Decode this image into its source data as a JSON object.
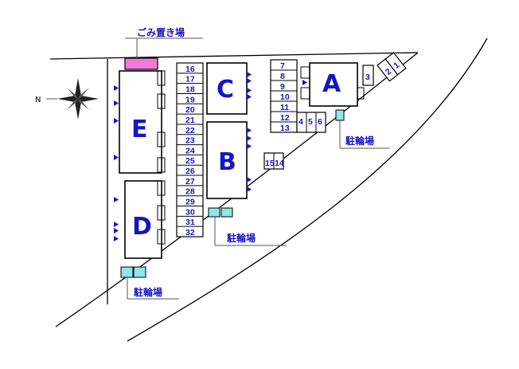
{
  "colors": {
    "text_blue": "#1515c8",
    "garbage_fill": "#f07ad8",
    "bike_fill": "#8fe6e6",
    "line": "#000000"
  },
  "compass": {
    "icon": "compass-rose-icon",
    "north_label": "N"
  },
  "labels": {
    "garbage": "ごみ置き場",
    "bike_1": "駐輪場",
    "bike_2": "駐輪場",
    "bike_3": "駐輪場"
  },
  "buildings": {
    "A": "A",
    "B": "B",
    "C": "C",
    "D": "D",
    "E": "E"
  },
  "parking_west": [
    "16",
    "17",
    "18",
    "19",
    "20",
    "21",
    "22",
    "23",
    "24",
    "25",
    "26",
    "27",
    "28",
    "29",
    "30",
    "31",
    "32"
  ],
  "parking_mid": [
    "7",
    "8",
    "9",
    "10",
    "11",
    "12",
    "13"
  ],
  "parking_small": [
    "4",
    "5",
    "6"
  ],
  "parking_pair": [
    "15",
    "14"
  ],
  "parking_ne": [
    "1",
    "2",
    "3"
  ]
}
